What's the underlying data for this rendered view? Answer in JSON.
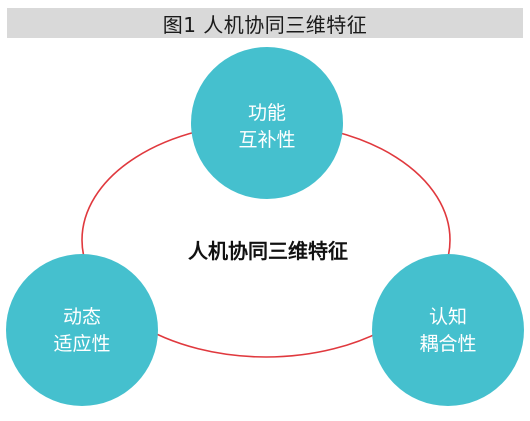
{
  "figure": {
    "title": "图1 人机协同三维特征"
  },
  "diagram": {
    "center_label": "人机协同三维特征",
    "colors": {
      "circle_fill": "#45c0ce",
      "ring_stroke": "#e0393e",
      "title_bar_bg": "#d9d9d9"
    },
    "nodes": [
      {
        "lines": [
          "功能",
          "互补性"
        ]
      },
      {
        "lines": [
          "动态",
          "适应性"
        ]
      },
      {
        "lines": [
          "认知",
          "耦合性"
        ]
      }
    ]
  }
}
